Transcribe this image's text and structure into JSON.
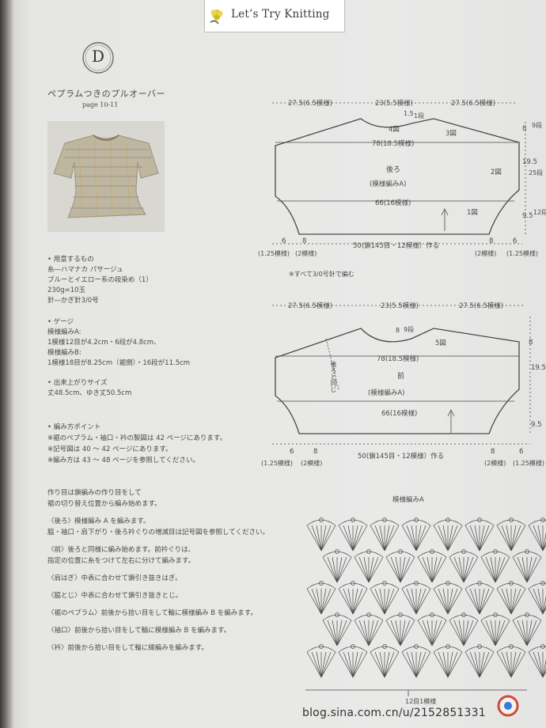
{
  "header": {
    "title": "Let’s Try Knitting"
  },
  "badge": {
    "letter": "D"
  },
  "product": {
    "title": "ペプラムつきのプルオーバー",
    "page_ref": "page 10-11"
  },
  "materials": {
    "heading": "• 用意するもの",
    "lines": [
      "糸―ハマナカ パサージュ",
      "ブルーとイエロー系の段染め（1）",
      "230g=10玉",
      "針―かぎ針3/0号"
    ]
  },
  "gauge": {
    "heading": "• ゲージ",
    "lines": [
      "模様編みA:",
      "1模様12目が4.2cm・6段が4.8cm、",
      "模様編みB:",
      "1模様18目が8.25cm（裾側）・16段が11.5cm"
    ]
  },
  "size": {
    "heading": "• 出来上がりサイズ",
    "line": "丈48.5cm、ゆき丈50.5cm"
  },
  "points": {
    "heading": "• 編み方ポイント",
    "lines": [
      "※裾のペプラム・袖口・衿の製図は 42 ページにあります。",
      "※記号図は 40 ～ 42 ページにあります。",
      "※編み方は 43 ～ 48 ページを参照してください。"
    ]
  },
  "instructions": [
    "作り目は鎖編みの作り目をして",
    "裾の切り替え位置から編み始めます。",
    "〈後ろ〉模様編み A を編みます。",
    "脇・袖口・肩下がり・後ろ衿ぐりの増減目は記号図を参照してください。",
    "〈前〉後ろと同様に編み始めます。前衿ぐりは、",
    "指定の位置に糸をつけて左右に分けて編みます。",
    "〈肩はぎ〉中表に合わせて鎖引き抜きはぎ。",
    "〈脇とじ〉中表に合わせて鎖引き抜きとじ。",
    "〈裾のペプラム〉前後から拾い目をして輪に模様編み B を編みます。",
    "〈袖口〉前後から拾い目をして輪に模様編み B を編みます。",
    "〈衿〉前後から拾い目をして輪に縁編みを編みます。"
  ],
  "back_diagram": {
    "top_dims": [
      "27.5(6.5模様)",
      "23(5.5模様)",
      "27.5(6.5模様)"
    ],
    "neck": [
      "1.5",
      "1段"
    ],
    "labels": {
      "n4": "4図",
      "n3": "3図",
      "n2": "2図",
      "n1": "1図"
    },
    "width_78": "78(18.5模様)",
    "center_title": "後ろ",
    "center_sub": "(模様編みA)",
    "width_66": "66(16模様)",
    "right_dims": {
      "d8": "8",
      "d8_rows": "9段",
      "d19": "19.5",
      "d19_rows": "25段",
      "d9": "9.5",
      "d9_rows": "12段"
    },
    "bottom": {
      "left6": "6",
      "left8": "8",
      "left_sub1": "(1.25模様)",
      "left_sub2": "(2模様)",
      "center": "50(鎖145目・12模様）作る",
      "right8": "8",
      "right6": "6",
      "right_sub1": "(2模様)",
      "right_sub2": "(1.25模様)"
    },
    "note": "※すべて3/0号針で編む"
  },
  "front_diagram": {
    "top_dims": [
      "27.5(6.5模様)",
      "23(5.5模様)",
      "27.5(6.5模様)"
    ],
    "neck": [
      "8",
      "9段"
    ],
    "labels": {
      "n5": "5図",
      "same": "後ろと同じ"
    },
    "width_78": "78(18.5模様)",
    "center_title": "前",
    "center_sub": "(模様編みA)",
    "width_66": "66(16模様)",
    "right_dims": {
      "d8": "8",
      "d19": "19.5",
      "d9": "9.5"
    },
    "bottom": {
      "left6": "6",
      "left8": "8",
      "left_sub1": "(1.25模様)",
      "left_sub2": "(2模様)",
      "center": "50(鎖145目・12模様）作る",
      "right8": "8",
      "right6": "6",
      "right_sub1": "(2模様)",
      "right_sub2": "(1.25模様)"
    }
  },
  "chart": {
    "title": "模様編みA",
    "repeat": "12目1模様"
  },
  "watermark": "blog.sina.com.cn/u/2152851331",
  "colors": {
    "paper": "#e9e9e8",
    "ink": "#4b4948"
  }
}
